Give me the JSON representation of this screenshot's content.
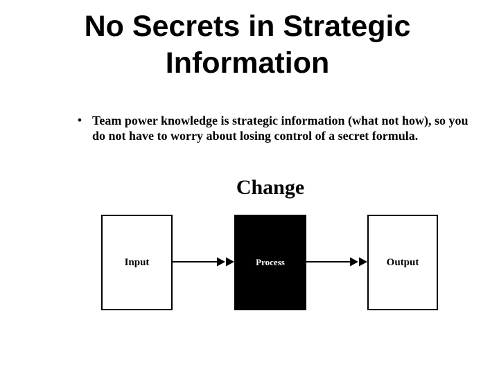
{
  "slide": {
    "title": "No Secrets in Strategic Information",
    "bullet": {
      "marker": "•",
      "text": "Team power knowledge is strategic information (what not how), so you do not have to worry about losing control of a secret formula."
    },
    "diagram": {
      "caption": "Change",
      "nodes": [
        {
          "id": "input",
          "label": "Input",
          "fill": "#ffffff",
          "text_color": "#000000",
          "border_color": "#000000"
        },
        {
          "id": "process",
          "label": "Process",
          "fill": "#000000",
          "text_color": "#ffffff",
          "border_color": "#000000"
        },
        {
          "id": "output",
          "label": "Output",
          "fill": "#ffffff",
          "text_color": "#000000",
          "border_color": "#000000"
        }
      ],
      "connectors": [
        {
          "from": "Input",
          "to": "Process",
          "arrowhead": "double-triangle",
          "color": "#000000"
        },
        {
          "from": "Process",
          "to": "Output",
          "arrowhead": "double-triangle",
          "color": "#000000"
        }
      ]
    },
    "colors": {
      "background": "#ffffff",
      "text": "#000000"
    }
  }
}
